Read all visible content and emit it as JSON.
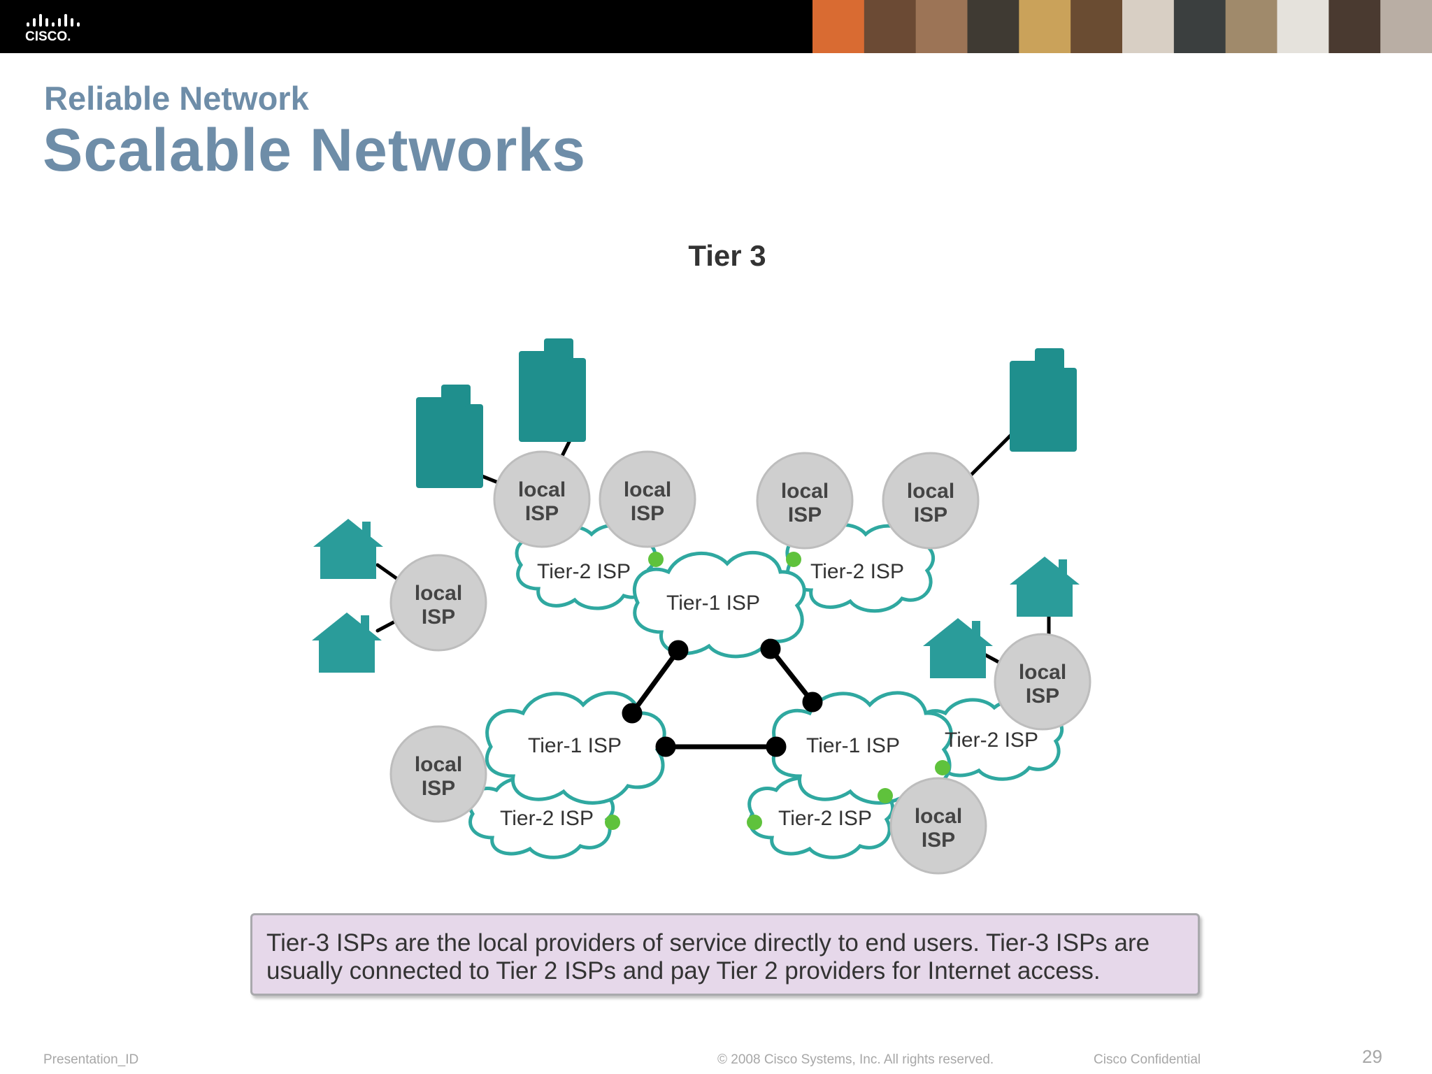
{
  "header": {
    "logo_text": "CISCO.",
    "logo_bar_heights": [
      6,
      12,
      18,
      12,
      6,
      12,
      18,
      12,
      6
    ],
    "photo_colors": [
      "#d96b32",
      "#6b4a34",
      "#9c7456",
      "#3f3a33",
      "#caa25a",
      "#6a4c32",
      "#d8cfc4",
      "#3b3f3f",
      "#a08a6b",
      "#e5e2dc",
      "#4a3a30",
      "#b9aea4"
    ]
  },
  "slide": {
    "subtitle": "Reliable Network",
    "title": "Scalable Networks"
  },
  "diagram": {
    "heading": "Tier 3",
    "clouds": {
      "tier1_top": "Tier-1 ISP",
      "tier1_left": "Tier-1 ISP",
      "tier1_right": "Tier-1 ISP",
      "tier2_top_left": "Tier-2 ISP",
      "tier2_top_right": "Tier-2 ISP",
      "tier2_bottom_left": "Tier-2 ISP",
      "tier2_bottom_center": "Tier-2 ISP",
      "tier2_right": "Tier-2 ISP"
    },
    "local_isp": {
      "line1": "local",
      "line2": "ISP"
    },
    "colors": {
      "cloud_outline": "#2fa8a0",
      "isp_circle": "#cfcfcf",
      "building": "#1f8f8d",
      "house": "#2a9c9a",
      "junction": "#5fc23c",
      "link": "#000000"
    }
  },
  "caption": {
    "line1": "Tier-3 ISPs are the local providers of service directly to end users. Tier-3 ISPs are",
    "line2": "usually connected to Tier 2 ISPs and pay Tier 2 providers for Internet access."
  },
  "footer": {
    "presentation_id": "Presentation_ID",
    "copyright": "© 2008 Cisco Systems, Inc. All rights reserved.",
    "confidential": "Cisco Confidential",
    "page_number": "29"
  }
}
